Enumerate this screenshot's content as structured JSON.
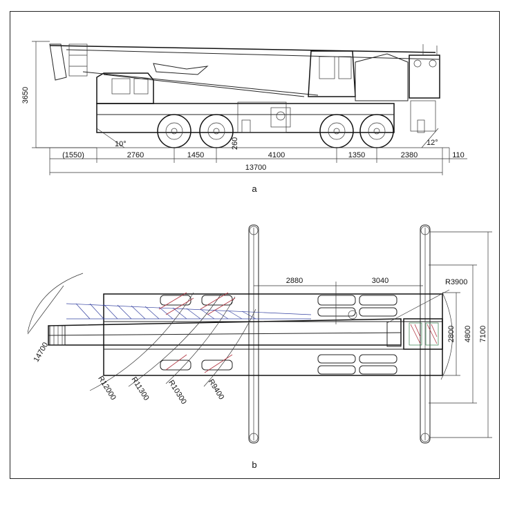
{
  "figure_a": {
    "label": "a",
    "height_dim": "3650",
    "horizontal_dims": [
      "(1550)",
      "2760",
      "1450",
      "4100",
      "1350",
      "2380",
      "110"
    ],
    "overall_length": "13700",
    "approach_angle": "10°",
    "departure_angle": "12°",
    "ground_clearance": "260"
  },
  "figure_b": {
    "label": "b",
    "top_dims": [
      "2880",
      "3040"
    ],
    "tail_radius": "R3900",
    "right_dims": [
      "2800",
      "4800",
      "7100"
    ],
    "boom_width_dim": "14700",
    "radii": [
      "R12000",
      "R11300",
      "R10300",
      "R9400"
    ]
  }
}
